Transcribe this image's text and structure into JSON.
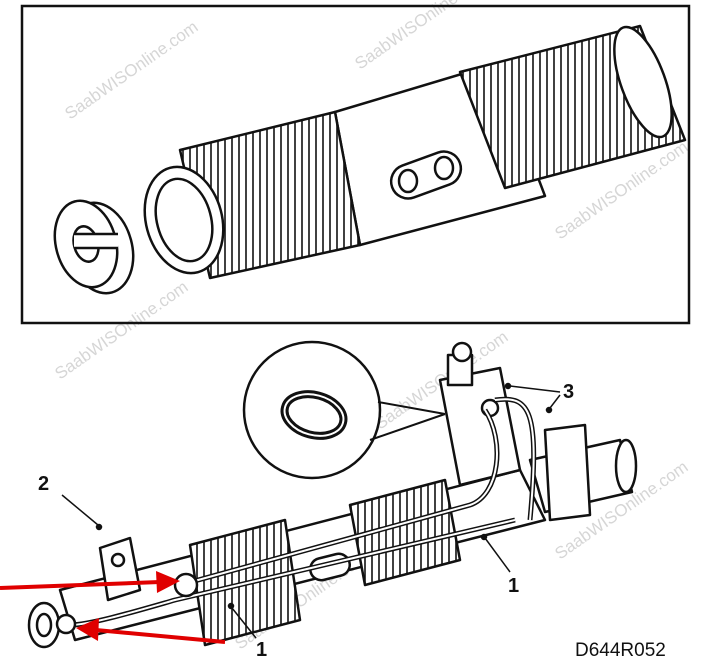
{
  "watermark": "SaabWISOnline.com",
  "diagram_code": "D644R052",
  "callouts": {
    "one_a": "1",
    "one_b": "1",
    "two": "2",
    "three": "3"
  },
  "colors": {
    "line": "#111111",
    "arrow": "#e00000",
    "background": "#ffffff",
    "watermark": "#d6d6d6"
  }
}
